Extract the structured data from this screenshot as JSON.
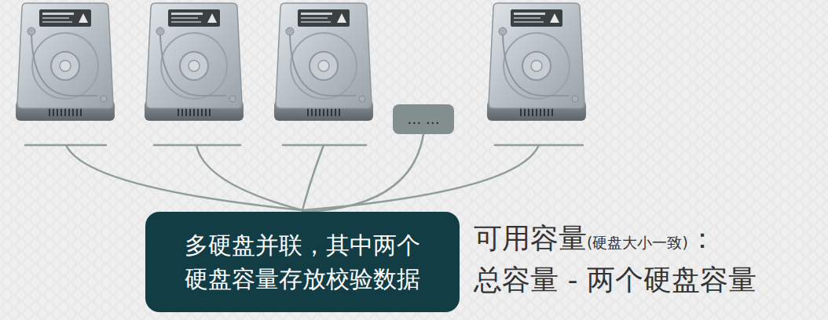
{
  "diagram": {
    "nodes": [
      {
        "text": [
          "多硬盘并联，其中两个 硬盘容量存放校验数据"
        ]
      },
      {
        "text": [
          "… …"
        ]
      }
    ],
    "edges": [
      {
        "from": 1,
        "to": 0,
        "arrow": "none"
      }
    ],
    "labels": [
      "可用容量",
      "(硬盘大小一致)",
      "：",
      "总容量 - 两个硬盘容量"
    ]
  }
}
